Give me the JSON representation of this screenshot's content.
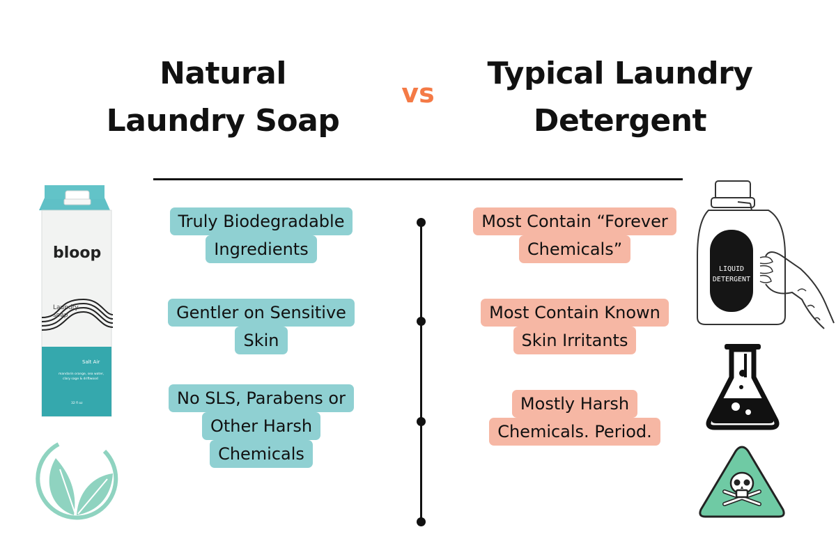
{
  "left_heading": {
    "line1": "Natural",
    "line2": "Laundry Soap"
  },
  "vs": "vs",
  "right_heading": {
    "line1": "Typical Laundry",
    "line2": "Detergent"
  },
  "left_points": [
    {
      "line1": "Truly Biodegradable",
      "line2": "Ingredients"
    },
    {
      "line1": "Gentler on Sensitive",
      "line2": "Skin"
    },
    {
      "line1": "No SLS, Parabens or",
      "line2": "Other Harsh",
      "line3": "Chemicals"
    }
  ],
  "right_points": [
    {
      "line1": "Most Contain “Forever",
      "line2": "Chemicals”"
    },
    {
      "line1": "Most Contain Known",
      "line2": "Skin Irritants"
    },
    {
      "line1": "Mostly Harsh",
      "line2": "Chemicals. Period."
    }
  ],
  "carton": {
    "brand": "bloop",
    "product_line1": "Laundry",
    "product_line2": "soap",
    "scent": "Salt Air",
    "notes_line1": "mandarin orange, sea water,",
    "notes_line2": "clary sage & driftwood",
    "volume": "32 fl oz"
  },
  "detergent_jug": {
    "label_line1": "LIQUID",
    "label_line2": "DETERGENT"
  },
  "colors": {
    "teal": "#8fd0d2",
    "salmon": "#f6b7a4",
    "accent": "#f47a46",
    "leaf": "#8fd3c0"
  },
  "icons": [
    "leaf-logo-icon",
    "detergent-jug-icon",
    "flask-icon",
    "skull-warning-icon"
  ]
}
